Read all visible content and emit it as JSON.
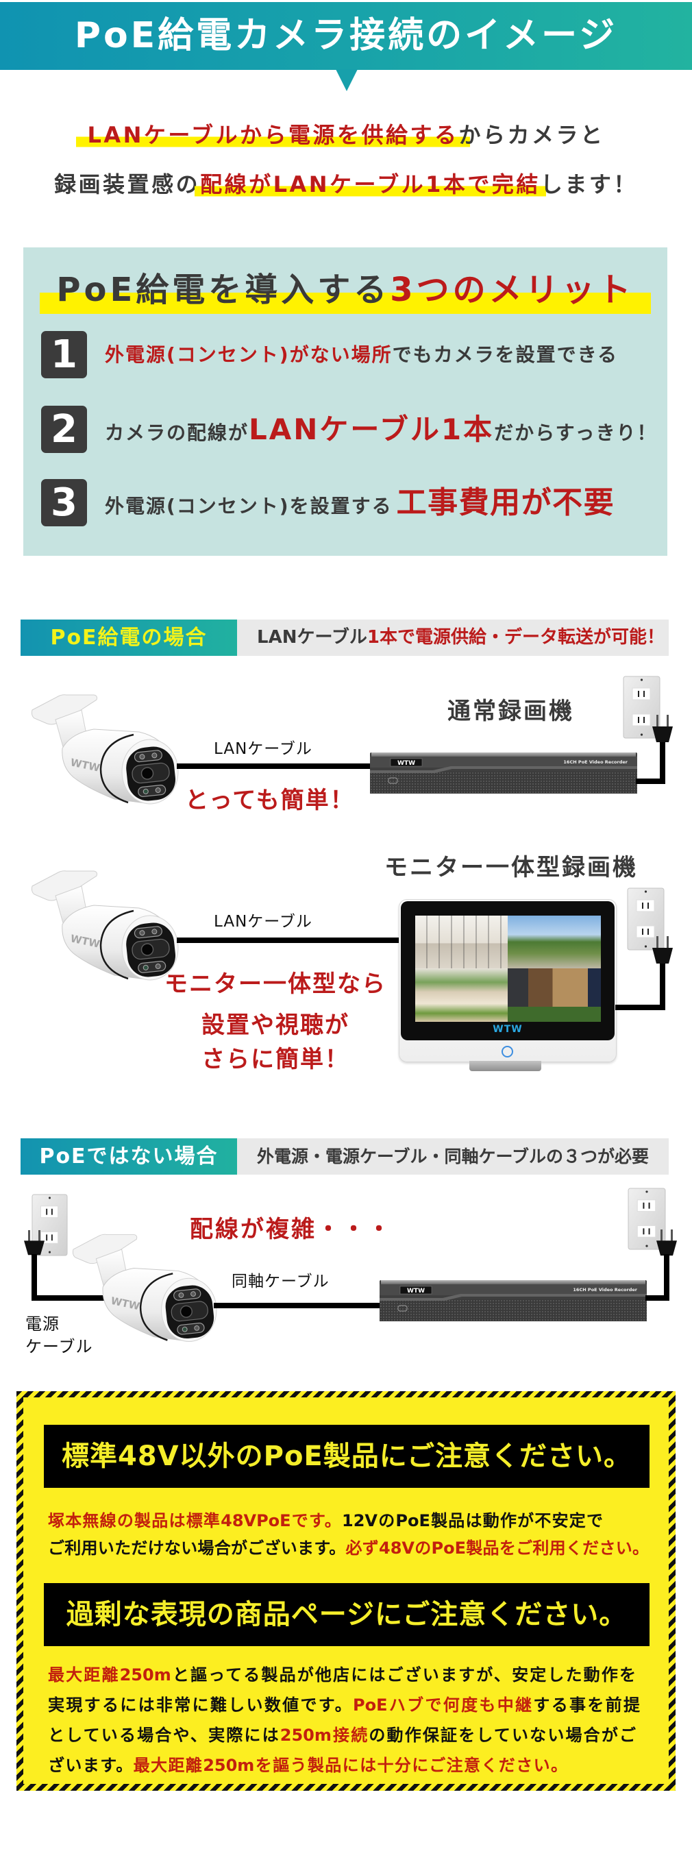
{
  "banner": {
    "title": "PoE給電カメラ接続のイメージ"
  },
  "intro": {
    "line1": {
      "highlight": "LANケーブルから電源を供給する",
      "rest": "からカメラと"
    },
    "line2": {
      "lead": "録画装置感の",
      "highlight": "配線がLANケーブル1本で完結",
      "rest": "します！"
    }
  },
  "merits": {
    "title_dark": "PoE給電を導入する",
    "title_red": "3つのメリット",
    "items": [
      {
        "number": "1",
        "red": "外電源(コンセント)がない場所",
        "dark": "でもカメラを設置できる"
      },
      {
        "number": "2",
        "dark": "カメラの配線が",
        "red": "LANケーブル1本",
        "dark_after": "だからすっきり！"
      },
      {
        "number": "3",
        "dark": "外電源(コンセント)を設置する",
        "red": "工事費用が不要"
      }
    ]
  },
  "poe_section": {
    "tag": "PoE給電の場合",
    "desc_dark": "LANケーブル",
    "desc_red": "1本で電源供給・データ転送が可能！",
    "nvr_diagram": {
      "camera_brand": "WTW",
      "cable_label": "LANケーブル",
      "device_label": "通常録画機",
      "nvr_brand": "WTW",
      "nvr_model": "16CH PoE Video Recorder",
      "caption": "とっても簡単！"
    },
    "monitor_diagram": {
      "camera_brand": "WTW",
      "cable_label": "LANケーブル",
      "device_label": "モニター一体型録画機",
      "monitor_brand": "WTW",
      "caption_lines": [
        "モニター一体型なら",
        "設置や視聴が",
        "さらに簡単！"
      ]
    }
  },
  "non_poe_section": {
    "tag": "PoEではない場合",
    "desc": "外電源・電源ケーブル・同軸ケーブルの３つが必要",
    "diagram": {
      "warning": "配線が複雑・・・",
      "camera_brand": "WTW",
      "cable_label": "同軸ケーブル",
      "power_cable_label": [
        "電源",
        "ケーブル"
      ],
      "nvr_brand": "WTW",
      "nvr_model": "16CH PoE Video Recorder"
    }
  },
  "caution": {
    "notices": [
      {
        "title": "標準48V以外のPoE製品にご注意ください。",
        "lines": [
          [
            {
              "text": "塚本無線の製品は標準48VPoEです。",
              "red": true
            },
            {
              "text": "12VのPoE製品は動作が不安定で",
              "red": false
            }
          ],
          [
            {
              "text": "ご利用いただけない場合がございます。",
              "red": false
            },
            {
              "text": "必ず48VのPoE製品をご利用ください。",
              "red": true
            }
          ]
        ]
      },
      {
        "title": "過剰な表現の商品ページにご注意ください。",
        "lines": [
          [
            {
              "text": "最大距離250m",
              "red": true
            },
            {
              "text": "と謳ってる製品が他店にはございますが、安定した動作を",
              "red": false
            }
          ],
          [
            {
              "text": "実現するには非常に難しい数値です。",
              "red": false
            },
            {
              "text": "PoEハブで何度も中継",
              "red": true
            },
            {
              "text": "する事を前提",
              "red": false
            }
          ],
          [
            {
              "text": "としている場合や、実際には",
              "red": false
            },
            {
              "text": "250m接続",
              "red": true
            },
            {
              "text": "の動作保証をしていない場合がご",
              "red": false
            }
          ],
          [
            {
              "text": "ざいます。",
              "red": false
            },
            {
              "text": "最大距離250mを謳う製品には十分にご注意ください。",
              "red": true
            }
          ]
        ]
      }
    ]
  },
  "colors": {
    "banner_gradient_start": "#1093b1",
    "banner_gradient_end": "#22b3a0",
    "accent_red": "#bb1b1b",
    "caution_red": "#c2200e",
    "text_dark": "#3a3a3a",
    "highlight_yellow": "#fff200",
    "merits_background": "#c6e3e0",
    "number_badge": "#3b3b3b",
    "section_tag_yellow_text": "#f3f31a",
    "section_desc_background": "#e9e9e9",
    "caution_yellow": "#fcee21",
    "caution_title_text": "#f5ee2a",
    "monitor_brand_blue": "#2aa7e0"
  }
}
